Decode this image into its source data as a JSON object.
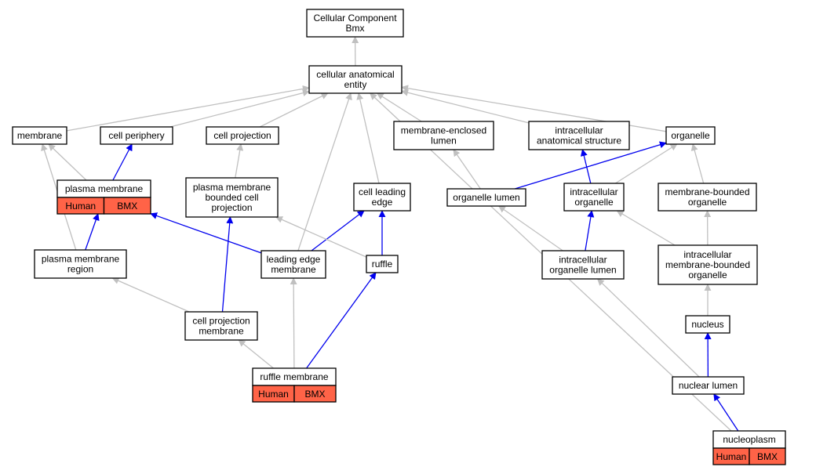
{
  "colors": {
    "is_a_edge": "#c0c0c0",
    "part_of_edge": "#0000ee",
    "annotation_fill": "#ff6347",
    "node_border": "#000000"
  },
  "nodes": {
    "root": {
      "lines": [
        "Cellular Component",
        "Bmx"
      ]
    },
    "cae": {
      "lines": [
        "cellular anatomical",
        "entity"
      ]
    },
    "membrane": {
      "lines": [
        "membrane"
      ]
    },
    "cell_periphery": {
      "lines": [
        "cell periphery"
      ]
    },
    "cell_projection": {
      "lines": [
        "cell projection"
      ]
    },
    "mel": {
      "lines": [
        "membrane-enclosed",
        "lumen"
      ]
    },
    "ias": {
      "lines": [
        "intracellular",
        "anatomical structure"
      ]
    },
    "organelle": {
      "lines": [
        "organelle"
      ]
    },
    "plasma_membrane": {
      "lines": [
        "plasma membrane"
      ],
      "annotations": [
        "Human",
        "BMX"
      ]
    },
    "pmbcp": {
      "lines": [
        "plasma membrane",
        "bounded cell",
        "projection"
      ]
    },
    "cle": {
      "lines": [
        "cell leading",
        "edge"
      ]
    },
    "organelle_lumen": {
      "lines": [
        "organelle lumen"
      ]
    },
    "intracellular_organelle": {
      "lines": [
        "intracellular",
        "organelle"
      ]
    },
    "mbo": {
      "lines": [
        "membrane-bounded",
        "organelle"
      ]
    },
    "pmr": {
      "lines": [
        "plasma membrane",
        "region"
      ]
    },
    "lem": {
      "lines": [
        "leading edge",
        "membrane"
      ]
    },
    "ruffle": {
      "lines": [
        "ruffle"
      ]
    },
    "iol": {
      "lines": [
        "intracellular",
        "organelle lumen"
      ]
    },
    "imbo": {
      "lines": [
        "intracellular",
        "membrane-bounded",
        "organelle"
      ]
    },
    "cpm": {
      "lines": [
        "cell projection",
        "membrane"
      ]
    },
    "nucleus": {
      "lines": [
        "nucleus"
      ]
    },
    "ruffle_membrane": {
      "lines": [
        "ruffle membrane"
      ],
      "annotations": [
        "Human",
        "BMX"
      ]
    },
    "nuclear_lumen": {
      "lines": [
        "nuclear lumen"
      ]
    },
    "nucleoplasm": {
      "lines": [
        "nucleoplasm"
      ],
      "annotations": [
        "Human",
        "BMX"
      ]
    }
  },
  "edges": [
    {
      "from": "cae",
      "to": "root",
      "type": "is_a"
    },
    {
      "from": "membrane",
      "to": "cae",
      "type": "is_a"
    },
    {
      "from": "cell_periphery",
      "to": "cae",
      "type": "is_a"
    },
    {
      "from": "cell_projection",
      "to": "cae",
      "type": "is_a"
    },
    {
      "from": "mel",
      "to": "cae",
      "type": "is_a"
    },
    {
      "from": "ias",
      "to": "cae",
      "type": "is_a"
    },
    {
      "from": "organelle",
      "to": "cae",
      "type": "is_a"
    },
    {
      "from": "plasma_membrane",
      "to": "membrane",
      "type": "is_a"
    },
    {
      "from": "plasma_membrane",
      "to": "cell_periphery",
      "type": "part_of"
    },
    {
      "from": "pmbcp",
      "to": "cell_projection",
      "type": "is_a"
    },
    {
      "from": "cle",
      "to": "cae",
      "type": "is_a"
    },
    {
      "from": "organelle_lumen",
      "to": "mel",
      "type": "is_a"
    },
    {
      "from": "organelle_lumen",
      "to": "organelle",
      "type": "part_of"
    },
    {
      "from": "intracellular_organelle",
      "to": "ias",
      "type": "part_of"
    },
    {
      "from": "intracellular_organelle",
      "to": "organelle",
      "type": "is_a"
    },
    {
      "from": "mbo",
      "to": "organelle",
      "type": "is_a"
    },
    {
      "from": "pmr",
      "to": "membrane",
      "type": "is_a"
    },
    {
      "from": "pmr",
      "to": "plasma_membrane",
      "type": "part_of"
    },
    {
      "from": "lem",
      "to": "plasma_membrane",
      "type": "part_of"
    },
    {
      "from": "lem",
      "to": "cle",
      "type": "part_of"
    },
    {
      "from": "lem",
      "to": "cae",
      "type": "is_a"
    },
    {
      "from": "ruffle",
      "to": "pmbcp",
      "type": "is_a"
    },
    {
      "from": "ruffle",
      "to": "cle",
      "type": "part_of"
    },
    {
      "from": "iol",
      "to": "organelle_lumen",
      "type": "is_a"
    },
    {
      "from": "iol",
      "to": "intracellular_organelle",
      "type": "part_of"
    },
    {
      "from": "imbo",
      "to": "mbo",
      "type": "is_a"
    },
    {
      "from": "imbo",
      "to": "intracellular_organelle",
      "type": "is_a"
    },
    {
      "from": "cpm",
      "to": "pmr",
      "type": "is_a"
    },
    {
      "from": "cpm",
      "to": "pmbcp",
      "type": "part_of"
    },
    {
      "from": "nucleus",
      "to": "imbo",
      "type": "is_a"
    },
    {
      "from": "ruffle_membrane",
      "to": "cpm",
      "type": "is_a"
    },
    {
      "from": "ruffle_membrane",
      "to": "lem",
      "type": "is_a"
    },
    {
      "from": "ruffle_membrane",
      "to": "ruffle",
      "type": "part_of"
    },
    {
      "from": "nuclear_lumen",
      "to": "iol",
      "type": "is_a"
    },
    {
      "from": "nuclear_lumen",
      "to": "nucleus",
      "type": "part_of"
    },
    {
      "from": "nucleoplasm",
      "to": "nuclear_lumen",
      "type": "part_of"
    },
    {
      "from": "nucleoplasm",
      "to": "cae",
      "type": "is_a"
    }
  ]
}
